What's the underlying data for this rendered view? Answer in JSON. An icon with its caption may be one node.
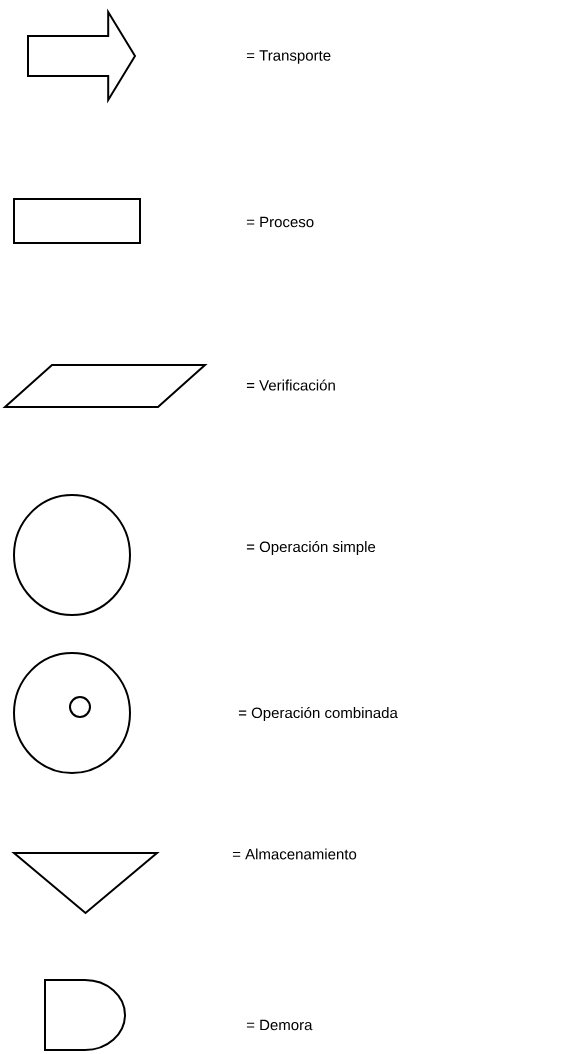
{
  "diagram": {
    "nodes": [
      {
        "text": [],
        "shape": "arrow"
      },
      {
        "text": [],
        "shape": "box"
      },
      {
        "text": [],
        "shape": "parallelogram"
      },
      {
        "text": [],
        "shape": "circle"
      },
      {
        "text": [],
        "shape": "circle"
      },
      {
        "text": [],
        "shape": "circle",
        "in": 4
      },
      {
        "text": [],
        "shape": "triangle"
      },
      {
        "text": [],
        "shape": "delay"
      }
    ],
    "labels": [
      "= Transporte",
      "= Proceso",
      "= Verificación",
      "= Operación simple",
      "= Operación combinada",
      "= Almacenamiento",
      "= Demora"
    ]
  }
}
